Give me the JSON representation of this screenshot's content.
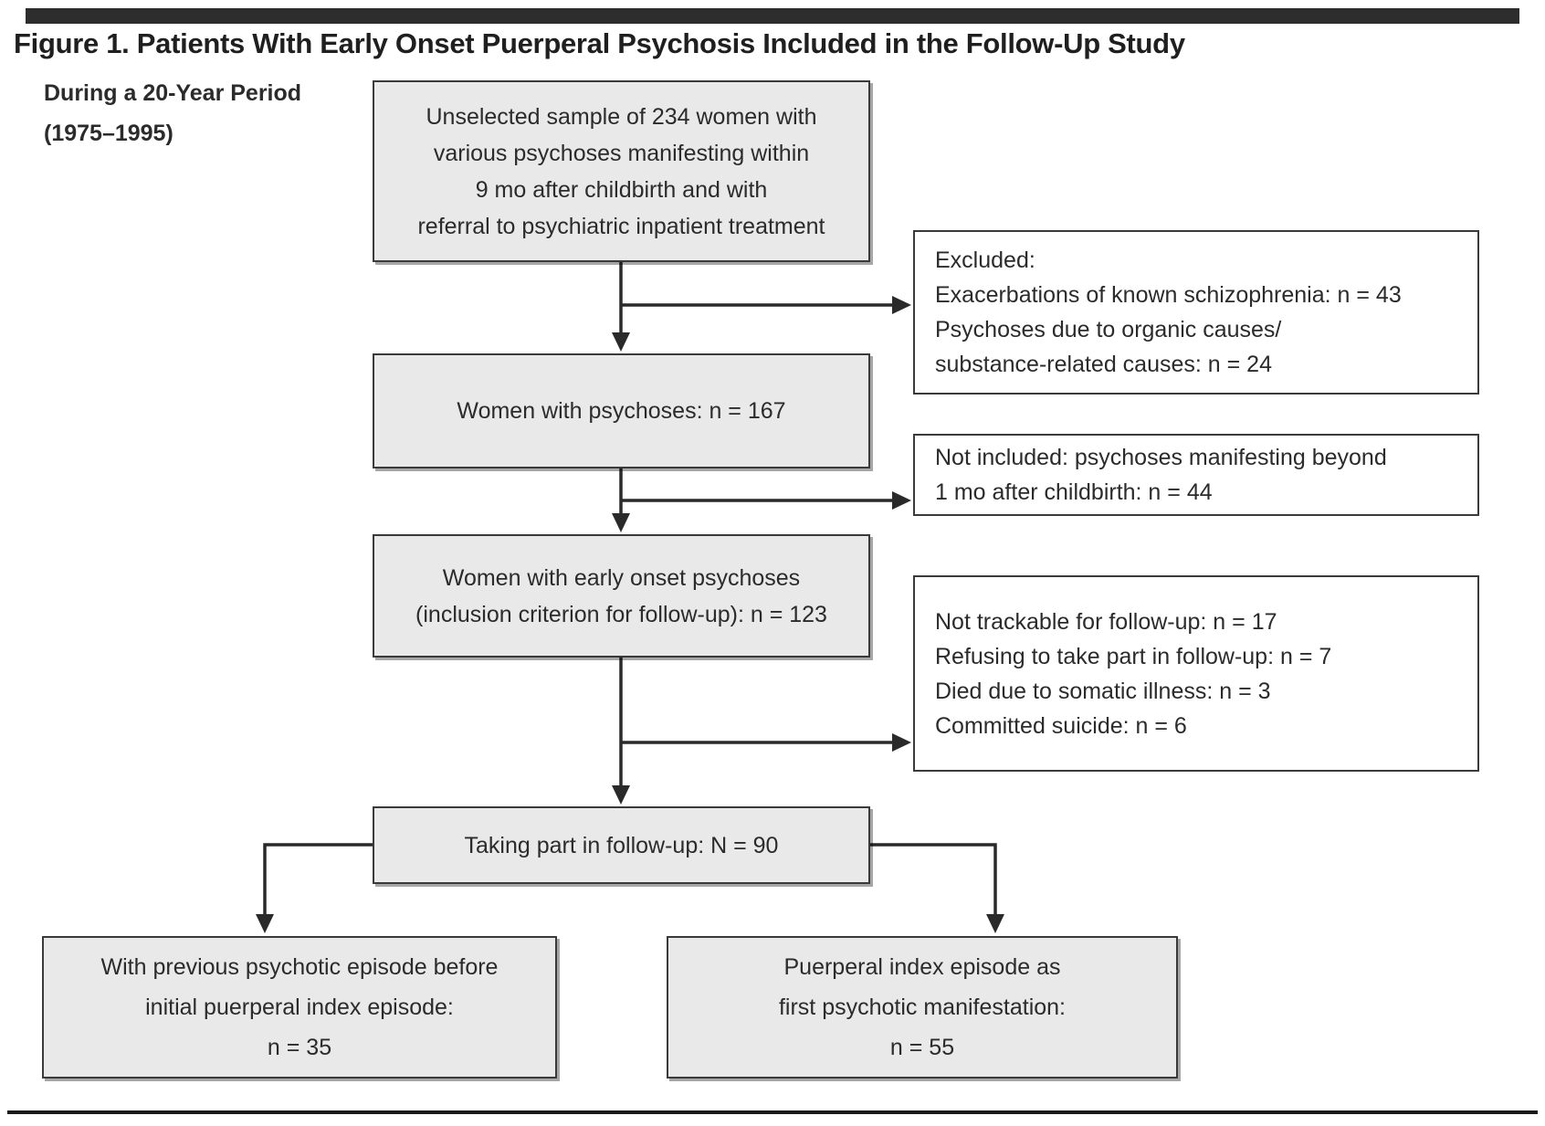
{
  "title": "Figure 1. Patients With Early Onset Puerperal Psychosis Included in the Follow-Up Study",
  "period_label": {
    "line1": "During a 20-Year Period",
    "line2": "(1975–1995)"
  },
  "flowchart": {
    "unselected_sample": {
      "lines": [
        "Unselected sample of 234 women with",
        "various psychoses manifesting within",
        "9 mo after childbirth and with",
        "referral to psychiatric inpatient treatment"
      ]
    },
    "women_with_psychoses": {
      "lines": [
        "Women with psychoses: n = 167"
      ]
    },
    "early_onset_psychoses": {
      "lines": [
        "Women with early onset psychoses",
        "(inclusion criterion for follow-up): n = 123"
      ]
    },
    "taking_part": {
      "lines": [
        "Taking part in follow-up: N = 90"
      ]
    },
    "previous_episode": {
      "lines": [
        "With previous psychotic episode before",
        "initial puerperal index episode:",
        "n = 35"
      ]
    },
    "index_first_manifestation": {
      "lines": [
        "Puerperal index episode as",
        "first psychotic manifestation:",
        "n = 55"
      ]
    },
    "excluded": {
      "lines": [
        "Excluded:",
        "Exacerbations of known schizophrenia: n = 43",
        "Psychoses due to organic causes/",
        "substance-related causes: n = 24"
      ]
    },
    "not_included": {
      "lines": [
        "Not included: psychoses manifesting beyond",
        "1 mo after childbirth: n = 44"
      ]
    },
    "not_in_followup": {
      "lines": [
        "Not trackable for follow-up: n = 17",
        "Refusing to take part in follow-up: n = 7",
        "Died due to somatic illness: n = 3",
        "Committed suicide: n = 6"
      ]
    }
  },
  "colors": {
    "main_box_fill": "#e9e9e9",
    "side_box_fill": "#ffffff",
    "box_border": "#3a3a3a",
    "arrow": "#2a2a2a",
    "top_bar": "#2d2d2d",
    "text": "#2b2b2b"
  }
}
